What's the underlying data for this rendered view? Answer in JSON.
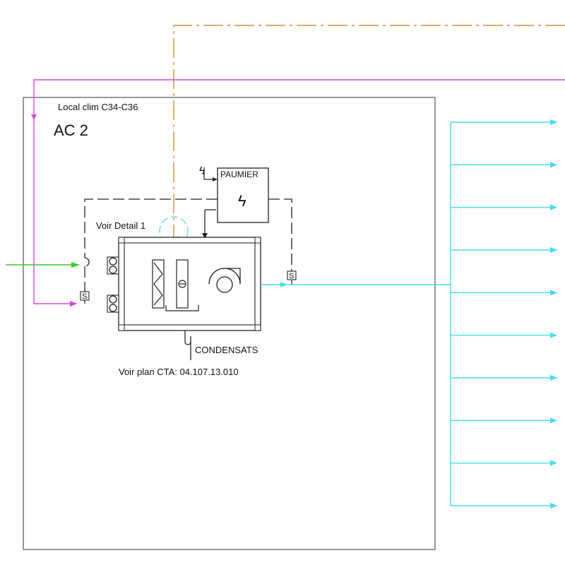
{
  "room": {
    "local_label": "Local clim C34-C36",
    "name": "AC 2"
  },
  "regulator": {
    "label": "PAUMIER",
    "power_symbol": "ϟ"
  },
  "notes": {
    "detail_ref": "Voir Detail 1",
    "condensate": "CONDENSATS",
    "plan_ref": "Voir plan CTA:  04.107.13.010"
  },
  "sensor_tag": "S",
  "colors": {
    "supply_air": "#3fe0ef",
    "return_magenta": "#e040e0",
    "fresh_air_green": "#33cc33",
    "control_orange": "#d9902e",
    "outline": "#444444"
  },
  "distribution": {
    "branch_count": 10
  }
}
